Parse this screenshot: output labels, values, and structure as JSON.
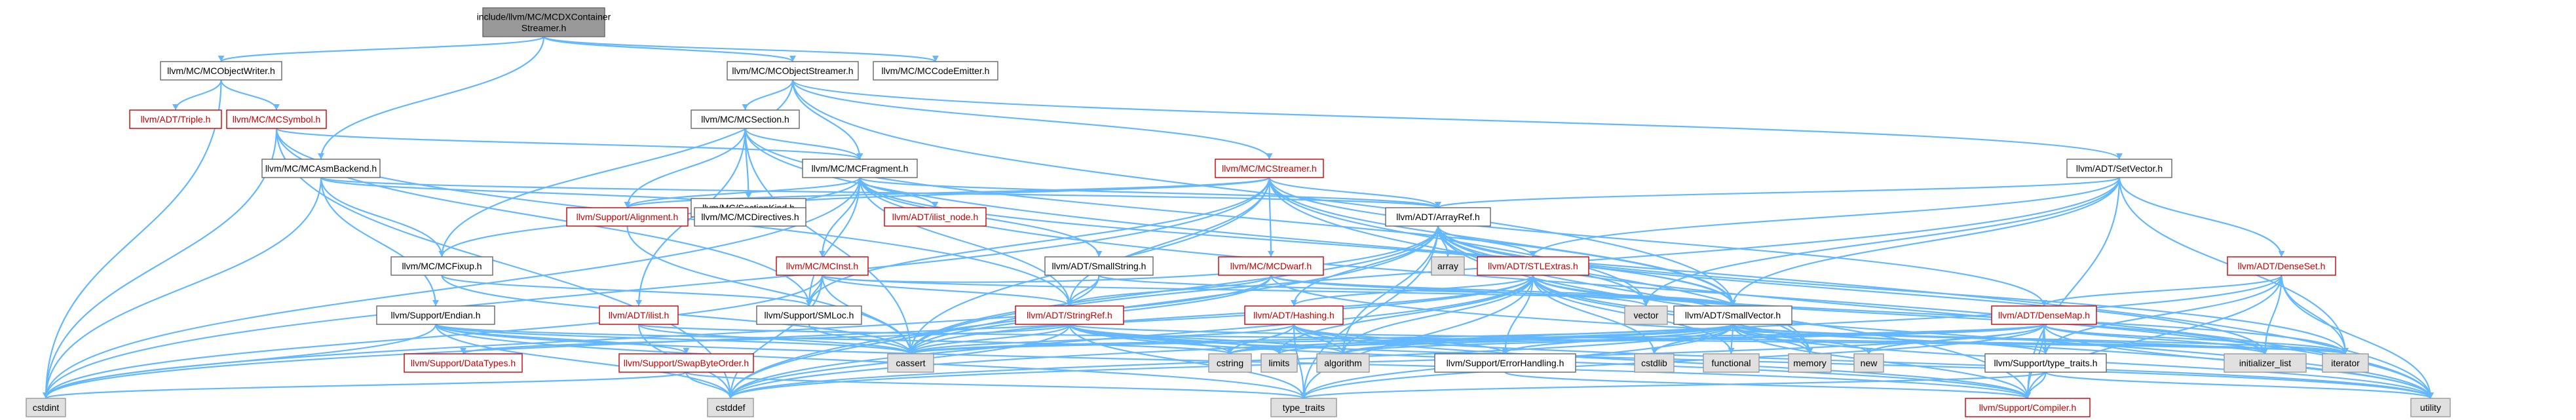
{
  "colors": {
    "edge": "#63b8ff",
    "root_fill": "#999999",
    "system_header_fill": "#e0e0e0",
    "missing_doc_border": "#cc0000",
    "missing_doc_text": "#cc0000",
    "normal_text": "#000000"
  },
  "nodes": [
    {
      "id": "root",
      "label": "include/llvm/MC/MCDXContainer\nStreamer.h",
      "style": "root"
    },
    {
      "id": "mcobjectwriter",
      "label": "llvm/MC/MCObjectWriter.h",
      "style": "white"
    },
    {
      "id": "mcobjectstreamer",
      "label": "llvm/MC/MCObjectStreamer.h",
      "style": "white"
    },
    {
      "id": "mccodeemitter",
      "label": "llvm/MC/MCCodeEmitter.h",
      "style": "white"
    },
    {
      "id": "triple",
      "label": "llvm/ADT/Triple.h",
      "style": "red"
    },
    {
      "id": "mcsymbol",
      "label": "llvm/MC/MCSymbol.h",
      "style": "red"
    },
    {
      "id": "mcsection",
      "label": "llvm/MC/MCSection.h",
      "style": "white"
    },
    {
      "id": "mcstreamer",
      "label": "llvm/MC/MCStreamer.h",
      "style": "red"
    },
    {
      "id": "mcasmbackend",
      "label": "llvm/MC/MCAsmBackend.h",
      "style": "white"
    },
    {
      "id": "mcfragment",
      "label": "llvm/MC/MCFragment.h",
      "style": "white"
    },
    {
      "id": "mcsectionkind",
      "label": "llvm/MC/SectionKind.h",
      "style": "white"
    },
    {
      "id": "setvector",
      "label": "llvm/ADT/SetVector.h",
      "style": "white"
    },
    {
      "id": "alignment",
      "label": "llvm/Support/Alignment.h",
      "style": "red"
    },
    {
      "id": "mcdirectives",
      "label": "llvm/MC/MCDirectives.h",
      "style": "white"
    },
    {
      "id": "ilistnode",
      "label": "llvm/ADT/ilist_node.h",
      "style": "red"
    },
    {
      "id": "arrayref",
      "label": "llvm/ADT/ArrayRef.h",
      "style": "white"
    },
    {
      "id": "mcfixup",
      "label": "llvm/MC/MCFixup.h",
      "style": "white"
    },
    {
      "id": "mcinst",
      "label": "llvm/MC/MCInst.h",
      "style": "red"
    },
    {
      "id": "smallstring",
      "label": "llvm/ADT/SmallString.h",
      "style": "white"
    },
    {
      "id": "mcdwarf",
      "label": "llvm/MC/MCDwarf.h",
      "style": "red"
    },
    {
      "id": "array",
      "label": "array",
      "style": "gray"
    },
    {
      "id": "stlextras",
      "label": "llvm/ADT/STLExtras.h",
      "style": "red"
    },
    {
      "id": "denseset",
      "label": "llvm/ADT/DenseSet.h",
      "style": "red"
    },
    {
      "id": "endian",
      "label": "llvm/Support/Endian.h",
      "style": "white"
    },
    {
      "id": "ilist",
      "label": "llvm/ADT/ilist.h",
      "style": "red"
    },
    {
      "id": "smloc",
      "label": "llvm/Support/SMLoc.h",
      "style": "white"
    },
    {
      "id": "stringref",
      "label": "llvm/ADT/StringRef.h",
      "style": "red"
    },
    {
      "id": "hashing",
      "label": "llvm/ADT/Hashing.h",
      "style": "red"
    },
    {
      "id": "vector",
      "label": "vector",
      "style": "gray"
    },
    {
      "id": "smallvector",
      "label": "llvm/ADT/SmallVector.h",
      "style": "white"
    },
    {
      "id": "densemap",
      "label": "llvm/ADT/DenseMap.h",
      "style": "red"
    },
    {
      "id": "datatypes",
      "label": "llvm/Support/DataTypes.h",
      "style": "red"
    },
    {
      "id": "swapbyteorder",
      "label": "llvm/Support/SwapByteOrder.h",
      "style": "red"
    },
    {
      "id": "cassert",
      "label": "cassert",
      "style": "gray"
    },
    {
      "id": "cstring",
      "label": "cstring",
      "style": "gray"
    },
    {
      "id": "limits",
      "label": "limits",
      "style": "gray"
    },
    {
      "id": "algorithm",
      "label": "algorithm",
      "style": "gray"
    },
    {
      "id": "errorhandling",
      "label": "llvm/Support/ErrorHandling.h",
      "style": "white"
    },
    {
      "id": "cstdlib",
      "label": "cstdlib",
      "style": "gray"
    },
    {
      "id": "functional",
      "label": "functional",
      "style": "gray"
    },
    {
      "id": "memory",
      "label": "memory",
      "style": "gray"
    },
    {
      "id": "new",
      "label": "new",
      "style": "gray"
    },
    {
      "id": "typetraitsh",
      "label": "llvm/Support/type_traits.h",
      "style": "white"
    },
    {
      "id": "initlist",
      "label": "initializer_list",
      "style": "gray"
    },
    {
      "id": "iterator",
      "label": "iterator",
      "style": "gray"
    },
    {
      "id": "cstdint",
      "label": "cstdint",
      "style": "gray"
    },
    {
      "id": "cstddef",
      "label": "cstddef",
      "style": "gray"
    },
    {
      "id": "typetraits",
      "label": "type_traits",
      "style": "gray"
    },
    {
      "id": "compiler",
      "label": "llvm/Support/Compiler.h",
      "style": "red"
    },
    {
      "id": "utility",
      "label": "utility",
      "style": "gray"
    }
  ]
}
